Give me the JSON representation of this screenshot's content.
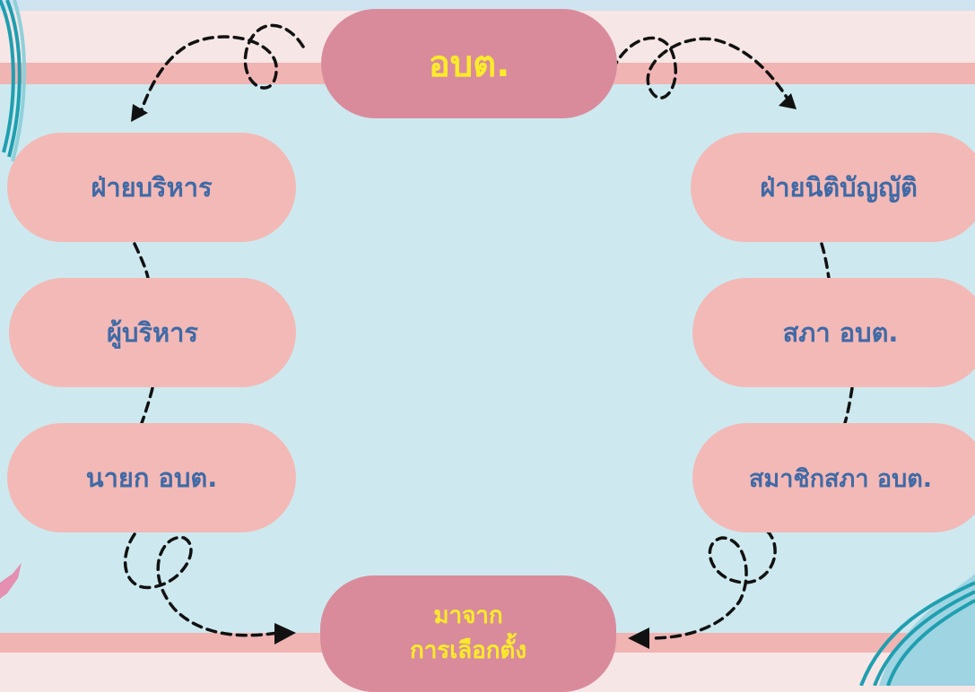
{
  "diagram": {
    "root": {
      "label": "อบต."
    },
    "left_branch": [
      {
        "label": "ฝ่ายบริหาร"
      },
      {
        "label": "ผู้บริหาร"
      },
      {
        "label": "นายก อบต."
      }
    ],
    "right_branch": [
      {
        "label": "ฝ่ายนิติบัญญัติ"
      },
      {
        "label": "สภา อบต."
      },
      {
        "label": "สมาชิกสภา อบต."
      }
    ],
    "origin": {
      "line1": "มาจาก",
      "line2": "การเลือกตั้ง"
    }
  },
  "colors": {
    "background": "#f7e6e6",
    "panel": "#cde9ef",
    "stripe": "#f0b5b3",
    "box_light": "#f3b9b6",
    "box_dark": "#d98b9c",
    "text_blue": "#3f6aa6",
    "text_yellow": "#ffeb2a",
    "connector": "#111111",
    "accent_teal": "#1f9fb0"
  }
}
